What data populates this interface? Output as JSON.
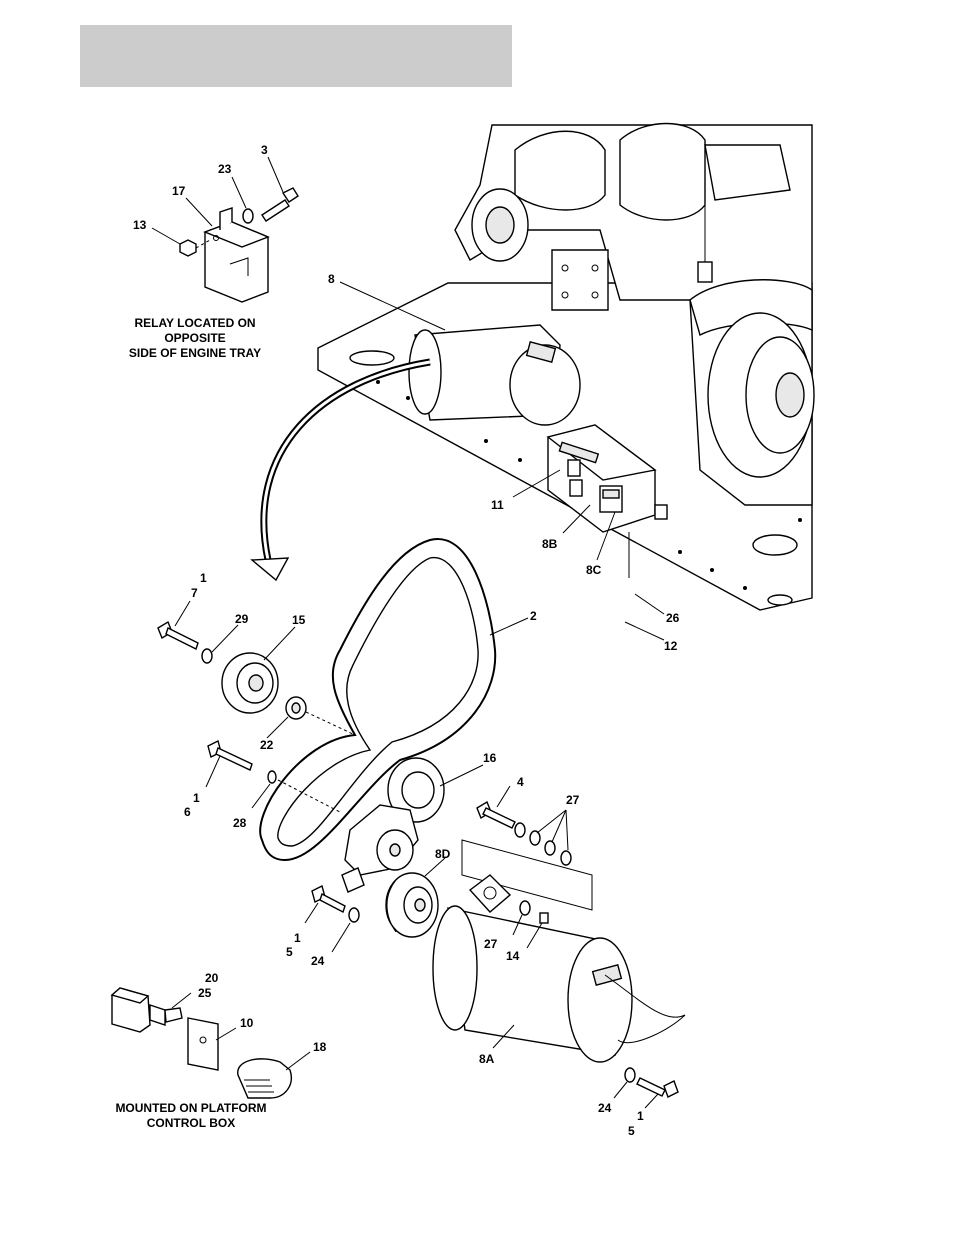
{
  "header_band": {
    "color": "#cccccc"
  },
  "captions": {
    "relay_line1": "RELAY LOCATED ON",
    "relay_line2": "OPPOSITE",
    "relay_line3": "SIDE OF ENGINE TRAY",
    "mount_line1": "MOUNTED ON PLATFORM",
    "mount_line2": "CONTROL BOX"
  },
  "callouts": {
    "c3": "3",
    "c23": "23",
    "c17": "17",
    "c13": "13",
    "c8": "8",
    "c11": "11",
    "c8b": "8B",
    "c8c": "8C",
    "c26": "26",
    "c12": "12",
    "c1a": "1",
    "c7": "7",
    "c29": "29",
    "c15": "15",
    "c2": "2",
    "c22": "22",
    "c1b": "1",
    "c6": "6",
    "c28": "28",
    "c16": "16",
    "c4": "4",
    "c27a": "27",
    "c8d": "8D",
    "c1c": "1",
    "c5a": "5",
    "c24a": "24",
    "c27b": "27",
    "c14": "14",
    "c20": "20",
    "c25": "25",
    "c10": "10",
    "c18": "18",
    "c8a": "8A",
    "c24b": "24",
    "c1d": "1",
    "c5b": "5"
  }
}
